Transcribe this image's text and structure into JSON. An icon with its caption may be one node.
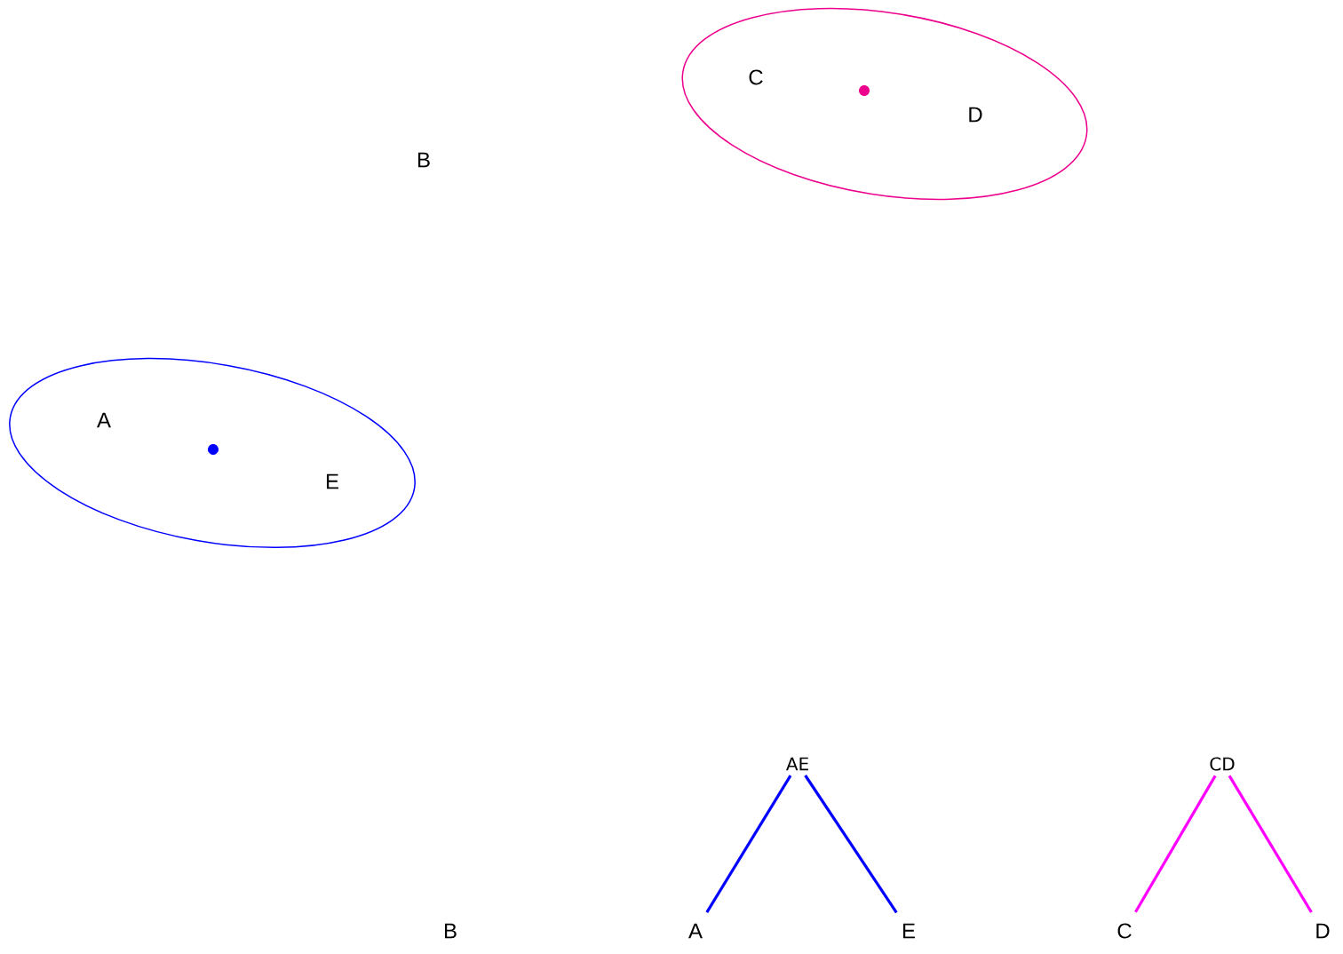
{
  "diagram": {
    "nodes": [
      {
        "text": [],
        "shape": "ellipse"
      },
      {
        "text": [
          "C"
        ],
        "in": 0
      },
      {
        "text": [
          "D"
        ],
        "in": 0
      },
      {
        "text": [
          "B"
        ]
      },
      {
        "text": [],
        "shape": "ellipse"
      },
      {
        "text": [
          "A"
        ],
        "in": 4
      },
      {
        "text": [
          "E"
        ],
        "in": 4
      },
      {
        "text": [
          "AE"
        ]
      },
      {
        "text": [
          "CD"
        ]
      },
      {
        "text": [
          "B"
        ]
      },
      {
        "text": [
          "A"
        ]
      },
      {
        "text": [
          "E"
        ]
      },
      {
        "text": [
          "C"
        ]
      },
      {
        "text": [
          "D"
        ]
      }
    ],
    "edges": [
      {
        "from": 7,
        "to": 10,
        "arrow": "none",
        "color": "#0000ff"
      },
      {
        "from": 7,
        "to": 11,
        "arrow": "none",
        "color": "#0000ff"
      },
      {
        "from": 8,
        "to": 12,
        "arrow": "none",
        "color": "#ff00ff"
      },
      {
        "from": 8,
        "to": 13,
        "arrow": "none",
        "color": "#ff00ff"
      }
    ]
  }
}
